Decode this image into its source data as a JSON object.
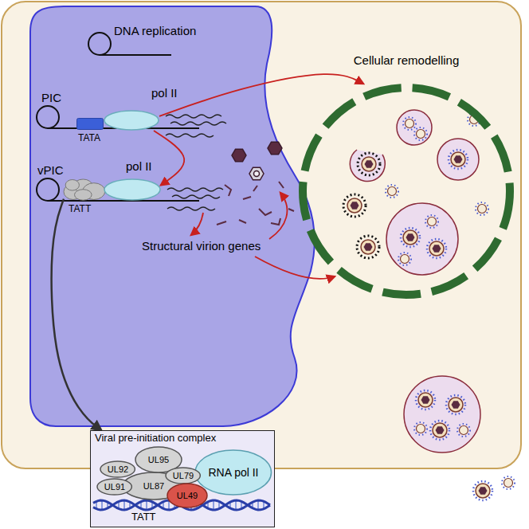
{
  "diagram": {
    "nodes": [
      {
        "text": [
          "pol II"
        ]
      },
      {
        "text": [
          "PIC"
        ]
      },
      {
        "text": [
          "vPIC"
        ]
      },
      {
        "text": [
          "pol II"
        ]
      },
      {
        "text": [
          "Cellular remodelling"
        ]
      },
      {
        "text": [
          "Viral pre-initiation complex"
        ]
      },
      {
        "text": [
          "UL92"
        ],
        "in": 5
      },
      {
        "text": [
          "UL95"
        ],
        "in": 5
      },
      {
        "text": [
          "UL79"
        ],
        "in": 5
      },
      {
        "text": [
          "RNA pol II"
        ],
        "in": 5
      },
      {
        "text": [
          "UL91"
        ],
        "in": 5
      },
      {
        "text": [
          "UL87"
        ],
        "in": 5
      },
      {
        "text": [
          "UL49"
        ],
        "in": 5
      }
    ],
    "edges": [
      {
        "from": 0,
        "to": 4,
        "arrow": "to"
      },
      {
        "from": 0,
        "to": 3,
        "arrow": "to"
      },
      {
        "from": 2,
        "to": 5,
        "arrow": "to"
      }
    ],
    "labels": [
      "DNA replication",
      "TATA",
      "TATT",
      "Structural virion genes",
      "TATT"
    ]
  }
}
